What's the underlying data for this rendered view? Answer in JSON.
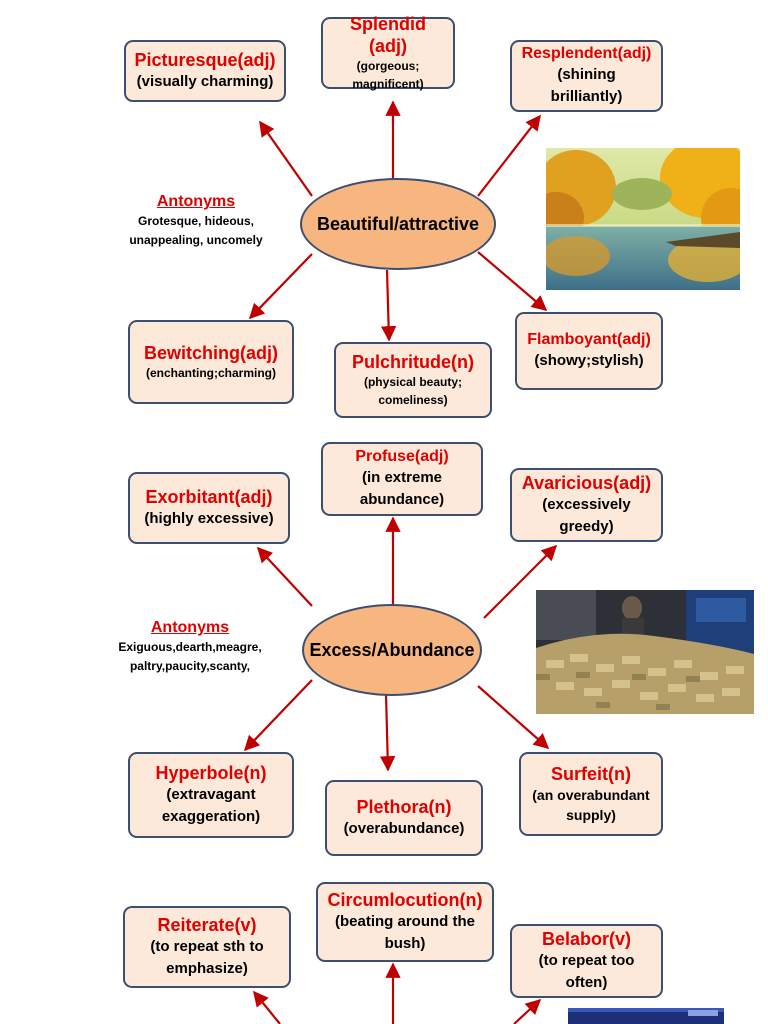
{
  "colors": {
    "box_fill": "#fde9d9",
    "box_border": "#3c4f70",
    "hub_fill": "#f7b67f",
    "term": "#e00000",
    "arrow": "#c00000"
  },
  "section1": {
    "hub": "Beautiful/attractive",
    "antonyms_title": "Antonyms",
    "antonyms_line1": "Grotesque, hideous,",
    "antonyms_line2": "unappealing, uncomely",
    "picturesque": {
      "term": "Picturesque(adj)",
      "def": "(visually charming)"
    },
    "splendid": {
      "term": "Splendid (adj)",
      "def1": "(gorgeous;",
      "def2": "magnificent)"
    },
    "resplendent": {
      "term": "Resplendent(adj)",
      "def1": "(shining",
      "def2": "brilliantly)"
    },
    "bewitching": {
      "term": "Bewitching(adj)",
      "def": "(enchanting;charming)"
    },
    "pulchritude": {
      "term": "Pulchritude(n)",
      "def1": "(physical beauty;",
      "def2": "comeliness)"
    },
    "flamboyant": {
      "term": "Flamboyant(adj)",
      "def": "(showy;stylish)"
    }
  },
  "section2": {
    "hub": "Excess/Abundance",
    "antonyms_title": "Antonyms",
    "antonyms_line1": "Exiguous,dearth,meagre,",
    "antonyms_line2": "paltry,paucity,scanty,",
    "exorbitant": {
      "term": "Exorbitant(adj)",
      "def": "(highly excessive)"
    },
    "profuse": {
      "term": "Profuse(adj)",
      "def1": "(in extreme",
      "def2": "abundance)"
    },
    "avaricious": {
      "term": "Avaricious(adj)",
      "def1": "(excessively",
      "def2": "greedy)"
    },
    "hyperbole": {
      "term": "Hyperbole(n)",
      "def1": "(extravagant",
      "def2": "exaggeration)"
    },
    "plethora": {
      "term": "Plethora(n)",
      "def": "(overabundance)"
    },
    "surfeit": {
      "term": "Surfeit(n)",
      "def1": "(an overabundant",
      "def2": "supply)"
    }
  },
  "section3": {
    "reiterate": {
      "term": "Reiterate(v)",
      "def1": "(to repeat sth to",
      "def2": "emphasize)"
    },
    "circumlocution": {
      "term": "Circumlocution(n)",
      "def1": "(beating around the",
      "def2": "bush)"
    },
    "belabor": {
      "term": "Belabor(v)",
      "def1": "(to repeat too",
      "def2": "often)"
    }
  }
}
